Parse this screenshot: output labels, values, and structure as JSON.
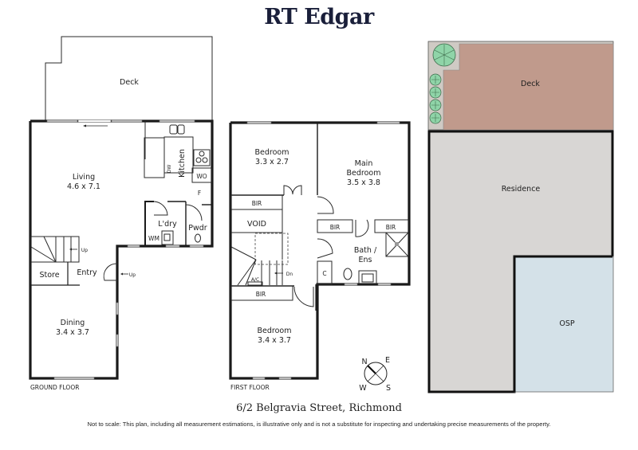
{
  "header": {
    "brand": "RT Edgar"
  },
  "footer": {
    "address": "6/2 Belgravia Street, Richmond",
    "disclaimer": "Not to scale: This plan, including all measurement estimations, is illustrative only and is not a substitute for inspecting and undertaking precise measurements of the property."
  },
  "ground_floor": {
    "label": "GROUND FLOOR",
    "rooms": {
      "deck": {
        "name": "Deck"
      },
      "living": {
        "name": "Living",
        "size": "4.6 x 7.1"
      },
      "kitchen": {
        "name": "Kitchen"
      },
      "dw": {
        "name": "DW"
      },
      "wo": {
        "name": "WO"
      },
      "fridge": {
        "name": "F"
      },
      "laundry": {
        "name": "L'dry"
      },
      "wm": {
        "name": "WM"
      },
      "powder": {
        "name": "Pwdr"
      },
      "store": {
        "name": "Store"
      },
      "entry": {
        "name": "Entry"
      },
      "dining": {
        "name": "Dining",
        "size": "3.4 x 3.7"
      }
    },
    "stair_up_1": "Up",
    "stair_up_2": "Up"
  },
  "first_floor": {
    "label": "FIRST FLOOR",
    "rooms": {
      "bedroom2": {
        "name": "Bedroom",
        "size": "3.3 x 2.7"
      },
      "main_bedroom_line1": "Main",
      "main_bedroom_line2": "Bedroom",
      "main_bedroom_size": "3.5 x 3.8",
      "bir_1": "BIR",
      "bir_2": "BIR",
      "bir_3": "BIR",
      "bir_4": "BIR",
      "void": "VOID",
      "bath_line1": "Bath /",
      "bath_line2": "Ens",
      "cupboard": "C",
      "ac": "A/C",
      "bedroom3": {
        "name": "Bedroom",
        "size": "3.4 x 3.7"
      }
    },
    "stair_down": "Dn"
  },
  "compass": {
    "n": "N",
    "e": "E",
    "s": "S",
    "w": "W"
  },
  "site_plan": {
    "deck": "Deck",
    "residence": "Residence",
    "osp": "OSP",
    "colors": {
      "deck": "#c09a8c",
      "residence": "#d8d6d4",
      "osp": "#d4e1e8",
      "garden": "#cfcac4",
      "tree": "#8fd4a8"
    }
  }
}
